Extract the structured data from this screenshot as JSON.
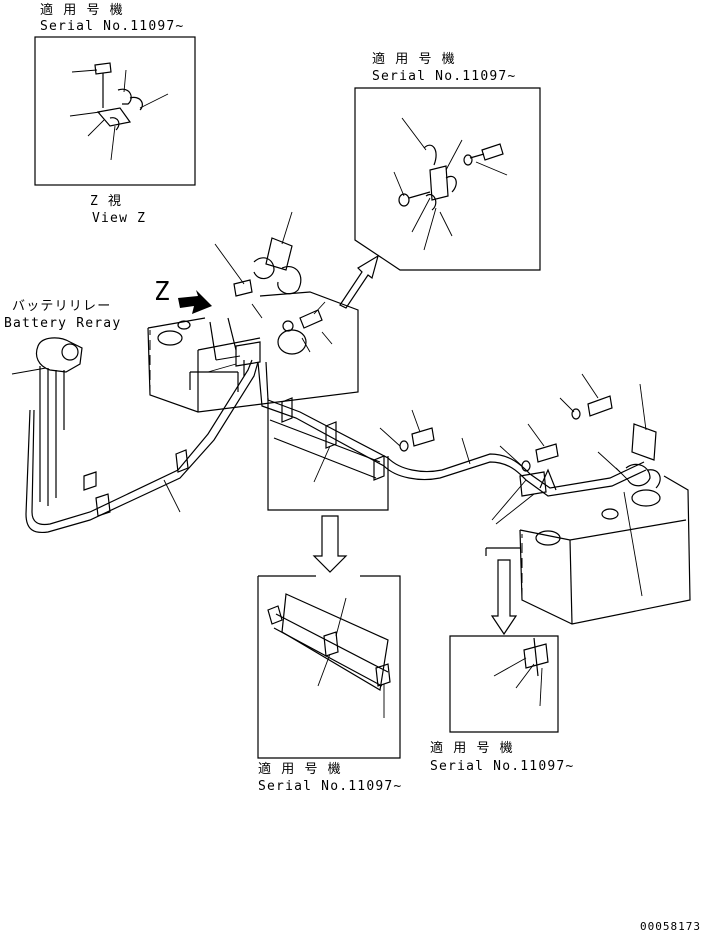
{
  "labels": {
    "apply_jp": "適 用 号 機",
    "serial": "Serial No.11097~",
    "view_jp": "Z  視",
    "view_en": "View Z",
    "z_mark": "Z",
    "relay_jp": "バッテリリレー",
    "relay_en": "Battery Reray",
    "drawing_no": "00058173"
  }
}
